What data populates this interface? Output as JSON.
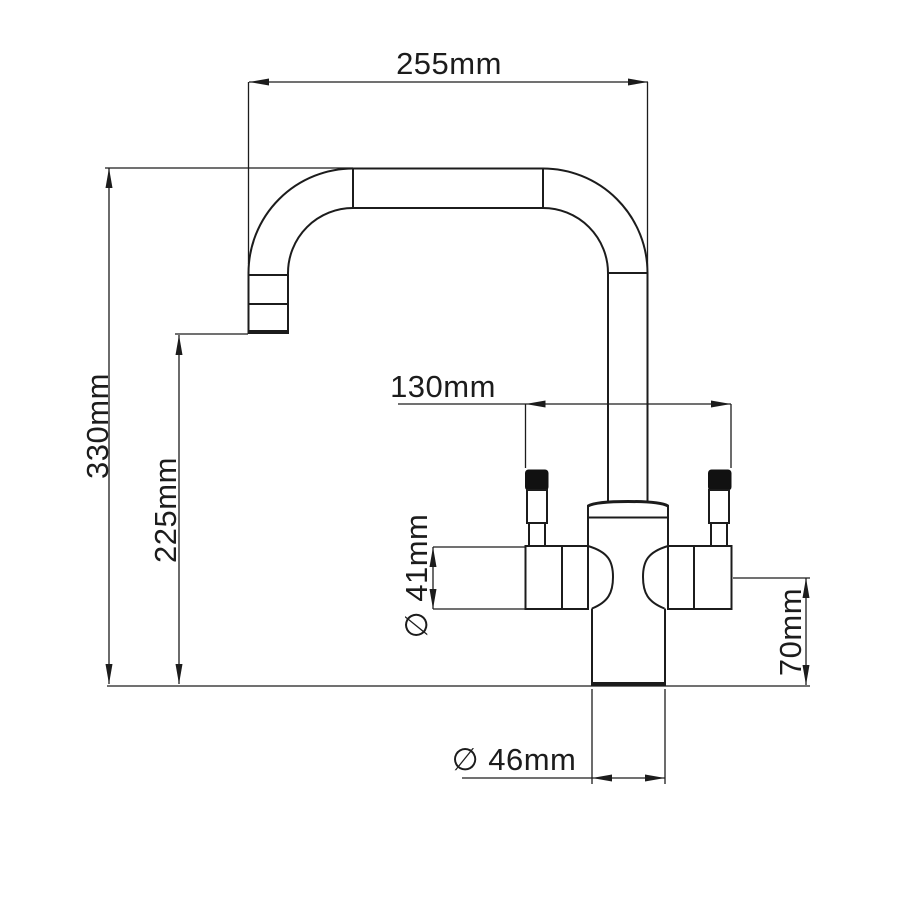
{
  "drawing": {
    "description": "Technical dimension drawing of a kitchen mixer tap, front elevation",
    "background_color": "#ffffff",
    "line_color": "#1c1c1c",
    "labels": {
      "overall_width": "255mm",
      "overall_height": "330mm",
      "spout_height": "225mm",
      "handle_span": "130mm",
      "body_diameter": "∅ 41mm",
      "outlet_centre_height": "70mm",
      "base_diameter": "∅ 46mm"
    }
  }
}
